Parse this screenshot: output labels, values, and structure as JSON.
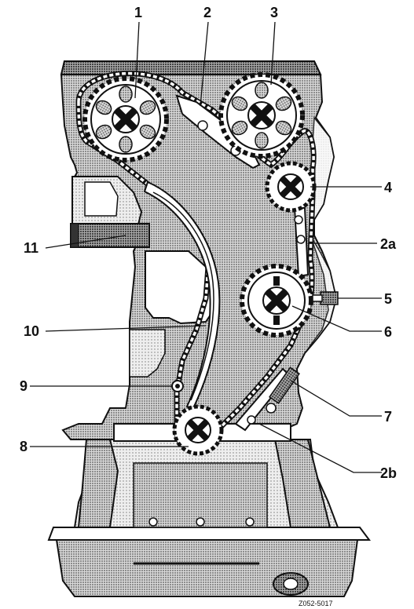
{
  "diagram": {
    "callouts": [
      {
        "id": "1",
        "text": "1"
      },
      {
        "id": "2",
        "text": "2"
      },
      {
        "id": "3",
        "text": "3"
      },
      {
        "id": "4",
        "text": "4"
      },
      {
        "id": "2a",
        "text": "2a"
      },
      {
        "id": "11",
        "text": "11"
      },
      {
        "id": "5",
        "text": "5"
      },
      {
        "id": "10",
        "text": "10"
      },
      {
        "id": "6",
        "text": "6"
      },
      {
        "id": "9",
        "text": "9"
      },
      {
        "id": "7",
        "text": "7"
      },
      {
        "id": "8",
        "text": "8"
      },
      {
        "id": "2b",
        "text": "2b"
      }
    ],
    "figure_code": "Z052-5017"
  },
  "colors": {
    "ink": "#111111",
    "shade": "#8a8a8a",
    "shade_light": "#c9c9c9",
    "paper": "#ffffff"
  }
}
